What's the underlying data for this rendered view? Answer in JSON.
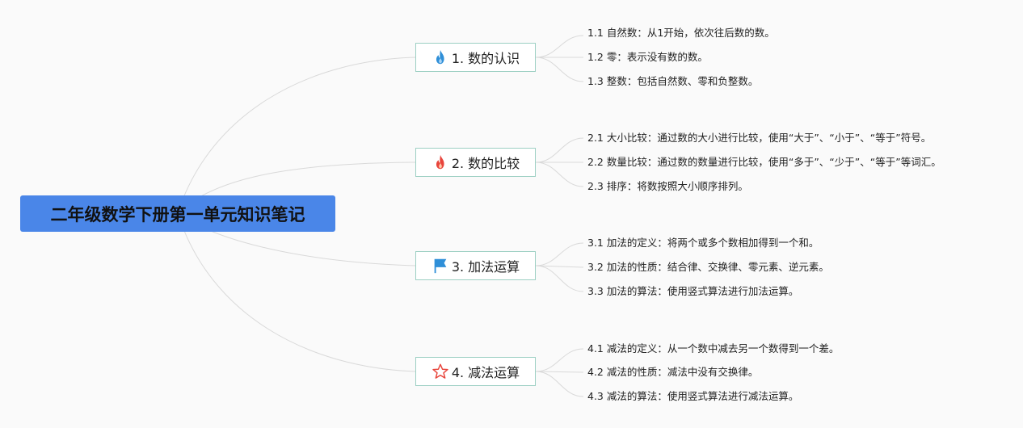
{
  "root": {
    "title": "二年级数学下册第一单元知识笔记"
  },
  "branches": [
    {
      "label": "1. 数的认识",
      "icon": "fire-blue-icon",
      "icon_color": "#2f8fd8",
      "items": [
        "1.1 自然数：从1开始，依次往后数的数。",
        "1.2 零：表示没有数的数。",
        "1.3 整数：包括自然数、零和负整数。"
      ]
    },
    {
      "label": "2. 数的比较",
      "icon": "fire-red-icon",
      "icon_color": "#e8453c",
      "items": [
        "2.1 大小比较：通过数的大小进行比较，使用“大于”、“小于”、“等于”符号。",
        "2.2 数量比较：通过数的数量进行比较，使用“多于”、“少于”、“等于”等词汇。",
        "2.3 排序：将数按照大小顺序排列。"
      ]
    },
    {
      "label": "3. 加法运算",
      "icon": "flag-blue-icon",
      "icon_color": "#2f8fd8",
      "items": [
        "3.1 加法的定义：将两个或多个数相加得到一个和。",
        "3.2 加法的性质：结合律、交换律、零元素、逆元素。",
        "3.3 加法的算法：使用竖式算法进行加法运算。"
      ]
    },
    {
      "label": "4. 减法运算",
      "icon": "star-outline-icon",
      "icon_color": "#e8453c",
      "items": [
        "4.1 减法的定义：从一个数中减去另一个数得到一个差。",
        "4.2 减法的性质：减法中没有交换律。",
        "4.3 减法的算法：使用竖式算法进行减法运算。"
      ]
    }
  ]
}
